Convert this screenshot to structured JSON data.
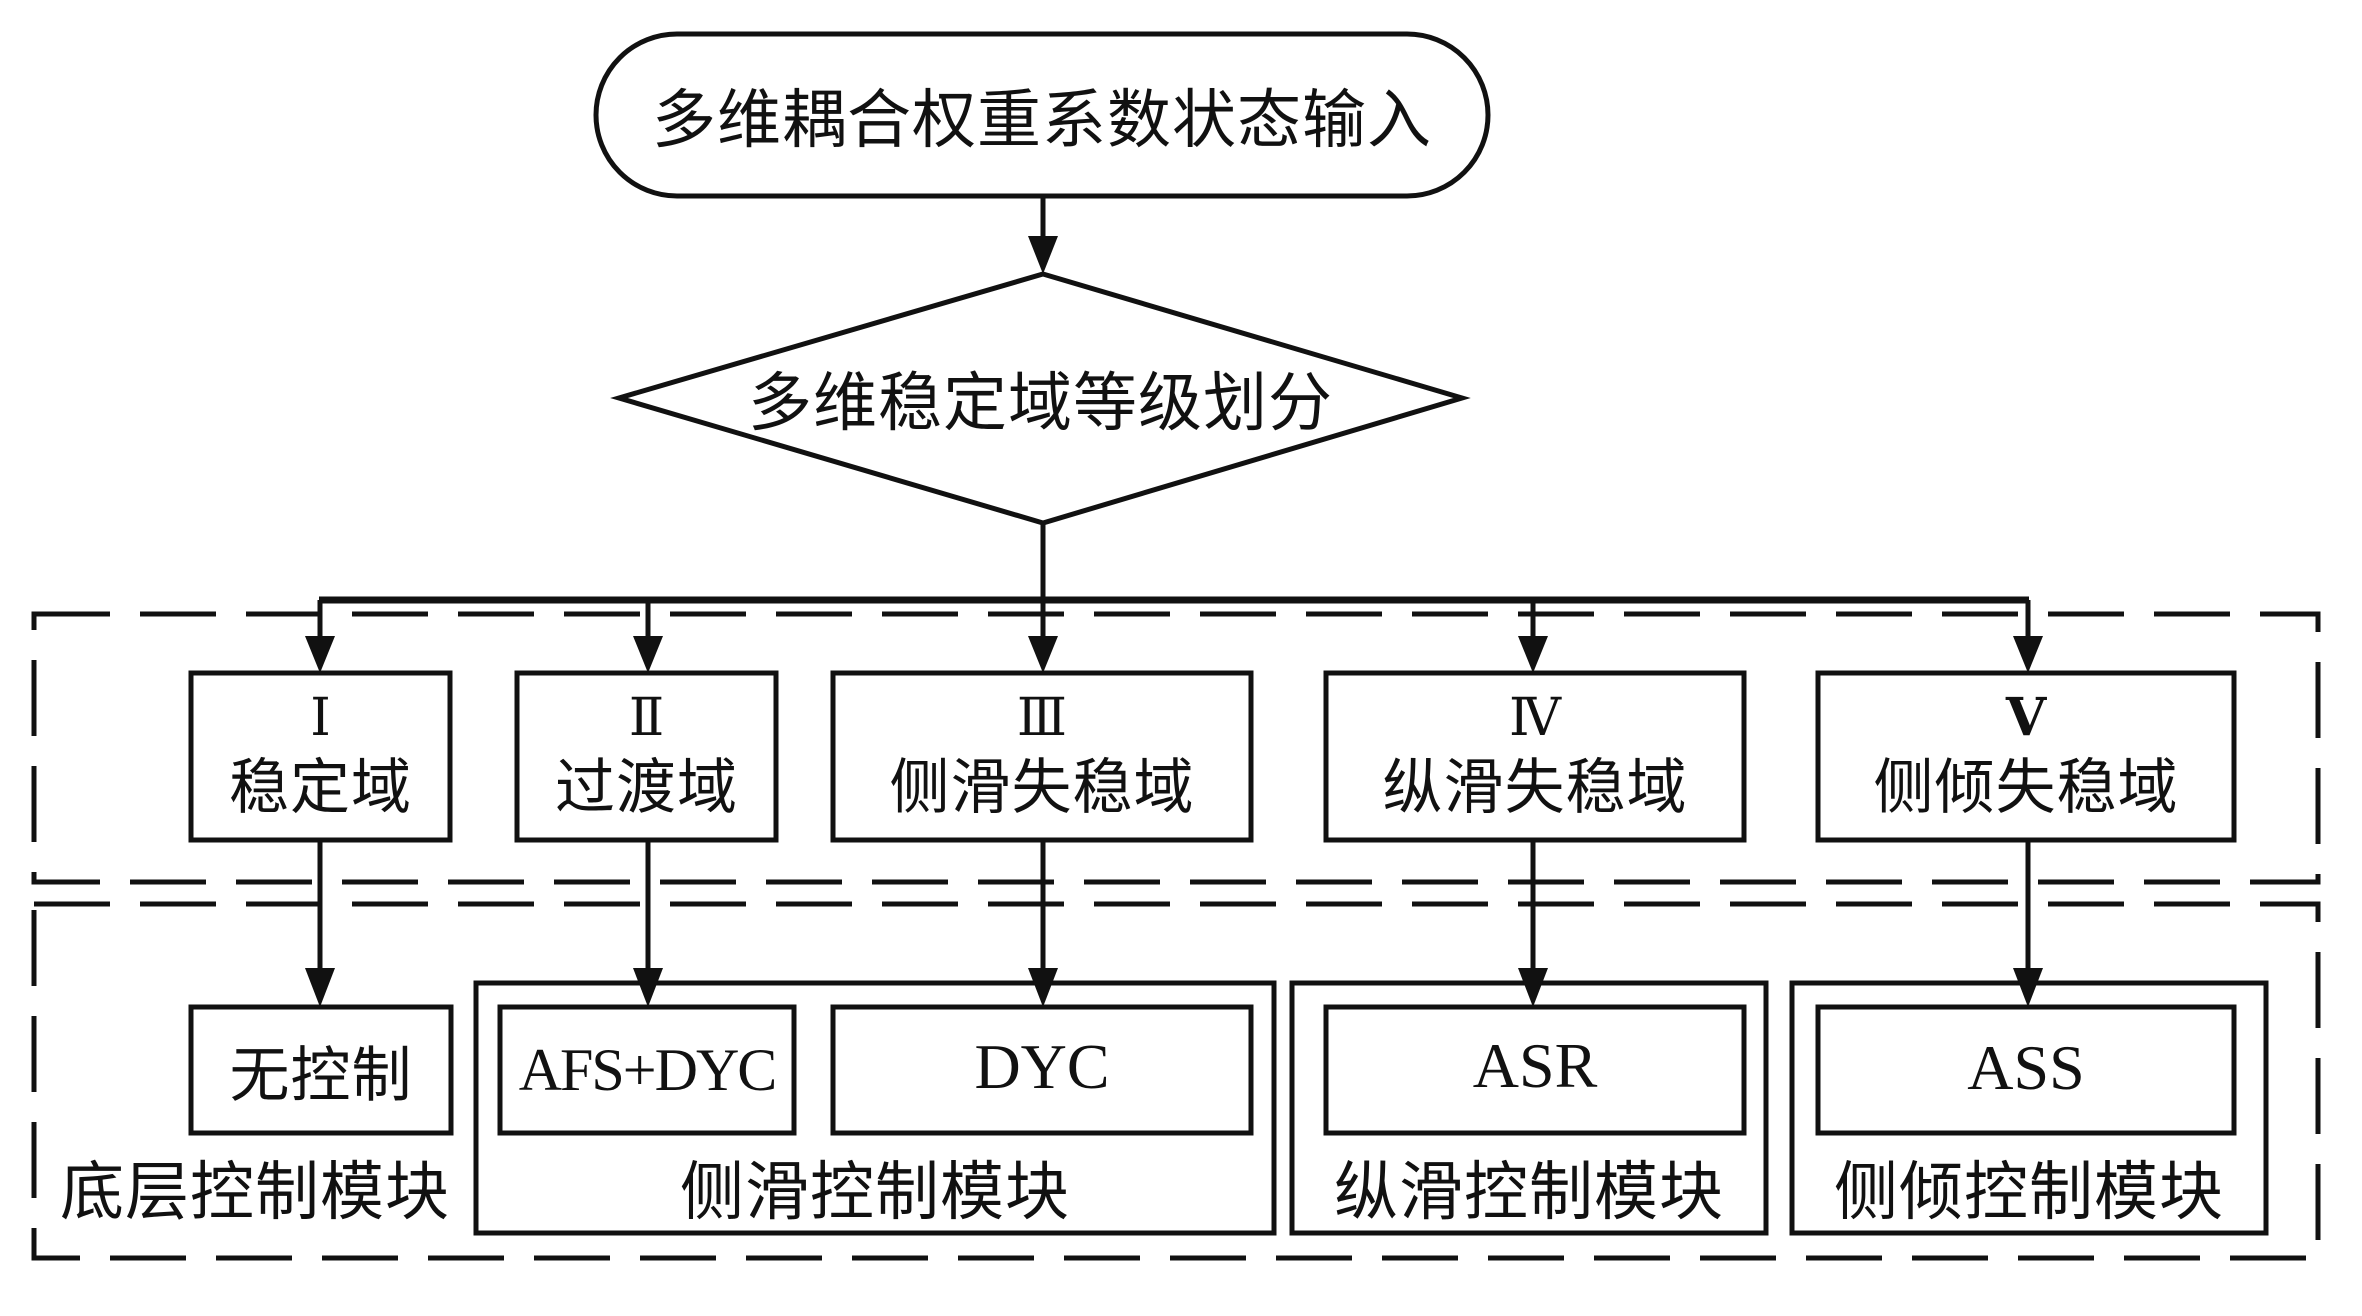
{
  "start_node": {
    "label": "多维耦合权重系数状态输入"
  },
  "decision_node": {
    "label": "多维稳定域等级划分"
  },
  "domain_level": {
    "domains": [
      {
        "numeral": "Ⅰ",
        "label": "稳定域"
      },
      {
        "numeral": "Ⅱ",
        "label": "过渡域"
      },
      {
        "numeral": "Ⅲ",
        "label": "侧滑失稳域"
      },
      {
        "numeral": "Ⅳ",
        "label": "纵滑失稳域"
      },
      {
        "numeral": "Ⅴ",
        "label": "侧倾失稳域"
      }
    ]
  },
  "control_level": {
    "label": "底层控制模块",
    "modules": [
      {
        "name": "底层控制模块",
        "controllers": [
          "无控制"
        ]
      },
      {
        "name": "侧滑控制模块",
        "controllers": [
          "AFS+DYC",
          "DYC"
        ]
      },
      {
        "name": "纵滑控制模块",
        "controllers": [
          "ASR"
        ]
      },
      {
        "name": "侧倾控制模块",
        "controllers": [
          "ASS"
        ]
      }
    ]
  },
  "connections": [
    {
      "from": "多维耦合权重系数状态输入",
      "to": "多维稳定域等级划分"
    },
    {
      "from": "多维稳定域等级划分",
      "to": "稳定域"
    },
    {
      "from": "多维稳定域等级划分",
      "to": "过渡域"
    },
    {
      "from": "多维稳定域等级划分",
      "to": "侧滑失稳域"
    },
    {
      "from": "多维稳定域等级划分",
      "to": "纵滑失稳域"
    },
    {
      "from": "多维稳定域等级划分",
      "to": "侧倾失稳域"
    },
    {
      "from": "稳定域",
      "to": "无控制"
    },
    {
      "from": "过渡域",
      "to": "AFS+DYC"
    },
    {
      "from": "侧滑失稳域",
      "to": "DYC"
    },
    {
      "from": "纵滑失稳域",
      "to": "ASR"
    },
    {
      "from": "侧倾失稳域",
      "to": "ASS"
    }
  ],
  "colors": {
    "stroke": "#111111",
    "background": "#ffffff"
  }
}
